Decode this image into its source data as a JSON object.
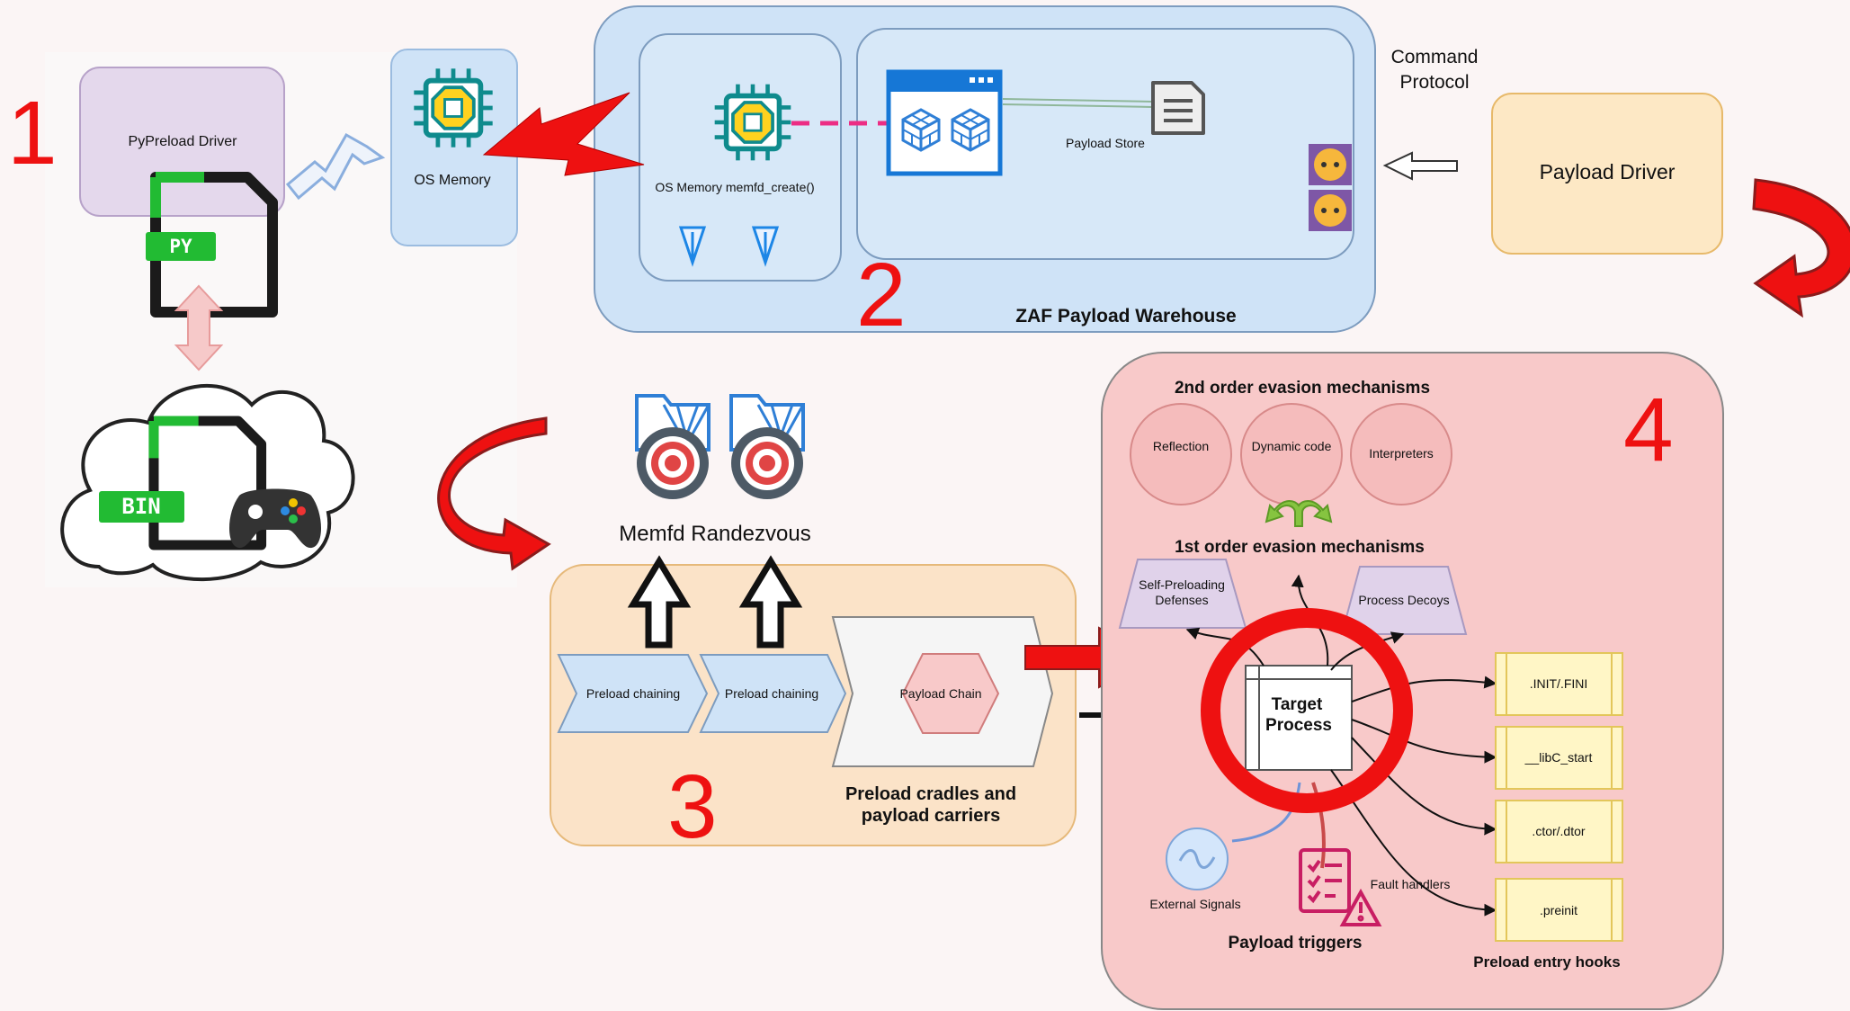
{
  "section_numbers": [
    "1",
    "2",
    "3",
    "4"
  ],
  "drivers": {
    "pypreload": "PyPreload Driver",
    "payload": "Payload Driver"
  },
  "file_badges": {
    "py": "PY",
    "bin": "BIN"
  },
  "os_memory": "OS Memory",
  "warehouse": {
    "title": "ZAF Payload Warehouse",
    "memfd": "OS Memory memfd_create()",
    "store": "Payload Store"
  },
  "command_protocol": [
    "Command",
    "Protocol"
  ],
  "memfd_randezvous": "Memfd Randezvous",
  "cradles": {
    "chain1": "Preload chaining",
    "chain2": "Preload chaining",
    "payload_chain": "Payload Chain",
    "caption": [
      "Preload cradles and",
      "payload carriers"
    ]
  },
  "evasion": {
    "second_order_title": "2nd order evasion mechanisms",
    "second_order": [
      "Reflection",
      "Dynamic code",
      "Interpreters"
    ],
    "first_order_title": "1st order evasion mechanisms",
    "self_preloading": "Self-Preloading Defenses",
    "process_decoys": "Process Decoys",
    "target_process": [
      "Target",
      "Process"
    ],
    "external_signals": "External Signals",
    "fault_handlers": "Fault handlers",
    "payload_triggers": "Payload triggers",
    "hooks": [
      ".INIT/.FINI",
      "__libC_start",
      ".ctor/.dtor",
      ".preinit"
    ],
    "hooks_caption": "Preload entry hooks"
  },
  "colors": {
    "accent_red": "#ee1111",
    "warehouse_bg": "#cfe3f7",
    "cradle_bg": "#fbe3c8",
    "evasion_bg": "#f8c9c9",
    "driver_purple": "#e4d8ec",
    "driver_peach": "#fde8c5",
    "hook_yellow": "#fff6c6"
  },
  "icons": [
    "cpu-chip-icon",
    "lightning-bolt-icon",
    "document-icon",
    "browser-cubes-icon",
    "plug-socket-icon",
    "cloud-icon",
    "gamepad-icon",
    "folder-target-icon",
    "signal-icon",
    "checklist-warning-icon",
    "curved-arrow-icon"
  ]
}
